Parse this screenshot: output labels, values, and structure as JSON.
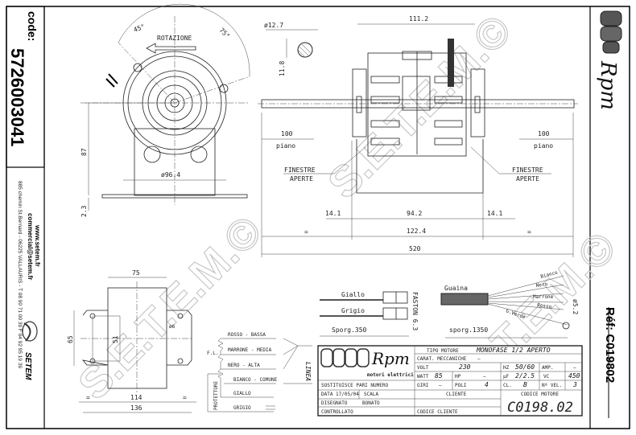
{
  "left_strip": {
    "code_label": "code:",
    "code": "5726003041",
    "website": "www.setem.fr",
    "email": "commercial@setem.fr",
    "address": "885 chemin St.Bernard - 06225 VALLAURIS - T 08 90 71 00 39  F 04 92 95 19 39",
    "logo_text": "SETEM"
  },
  "right_strip": {
    "brand": "Rpm",
    "ref": "Réf: C019802"
  },
  "watermark": "S.E.T.E.M.©",
  "front_view": {
    "angle_left": "45°",
    "angle_right": "75°",
    "rotation_label": "ROTAZIONE",
    "dim_height": "87",
    "dim_plate": "2.3",
    "dim_diameter": "ø96.4"
  },
  "side_view": {
    "dim_overall_motor": "111.2",
    "dim_shaft_diameter": "ø12.7",
    "dim_flat": "11.8",
    "dim_flat_left": "100",
    "flat_left_label": "piano",
    "dim_flat_right": "100",
    "flat_right_label": "piano",
    "windows_left_1": "FINESTRE",
    "windows_left_2": "APERTE",
    "windows_right_1": "FINESTRE",
    "windows_right_2": "APERTE",
    "dim_left_offset": "14.1",
    "dim_inner": "94.2",
    "dim_right_offset": "14.1",
    "dim_equal_left": "=",
    "dim_body": "122.4",
    "dim_equal_right": "=",
    "dim_total": "520"
  },
  "leads_faston": {
    "wire_1": "Giallo",
    "wire_2": "Grigio",
    "connector": "FASTON 6.3",
    "length": "Sporg.350"
  },
  "leads_cable": {
    "sheath": "Guaina",
    "wires": [
      "Bianco",
      "Nero",
      "Marrone",
      "Rosso",
      "G.Verde"
    ],
    "eyelet": "ø5.2",
    "length": "sporg.1350"
  },
  "plan_view": {
    "dim_width": "75",
    "dim_holes_vertical": "65",
    "dim_inner": "51",
    "dim_hole": "ø6",
    "dim_equal_left": "=",
    "dim_equal_right": "=",
    "dim_hole_spacing": "114",
    "dim_total": "136"
  },
  "wiring": {
    "lines": [
      "ROSSO - BASSA",
      "MARRONE - MEDIA",
      "NERO - ALTA",
      "BIANCO - COMUNE",
      "GIALLO",
      "GRIGIO"
    ],
    "fl_label": "F.L.",
    "protector": "PROTETTORE",
    "line_label": "LINEA"
  },
  "title_block": {
    "brand": "Rpm",
    "brand_sub": "motori elettrici",
    "tipo_label": "TIPO MOTORE",
    "tipo_value": "MONOFASE 1/2  APERTO",
    "carat_label": "CARAT. MECCANICHE",
    "carat_value": "—",
    "volt_label": "VOLT",
    "volt_value": "230",
    "hz_label": "HZ",
    "hz_value": "50/60",
    "amp_label": "AMP.",
    "amp_value": "—",
    "watt_label": "WATT",
    "watt_value": "85",
    "hp_label": "HP",
    "hp_value": "—",
    "uf_label": "µF",
    "uf_value": "2/2.5",
    "vc_label": "VC",
    "vc_value": "450",
    "giri_label": "GIRI",
    "giri_value": "—",
    "poli_label": "POLI",
    "poli_value": "4",
    "cl_label": "CL.",
    "cl_value": "B",
    "vel_label": "Nº VEL.",
    "vel_value": "3",
    "replaces_label": "SOSTITUISCE PARI NUMERO",
    "date_label": "DATA",
    "date_value": "17/05/04",
    "scale_label": "SCALA",
    "drawn_label": "DISEGNATO",
    "drawn_value": "BONATO",
    "checked_label": "CONTROLLATO",
    "client_label": "CLIENTE",
    "client_code_label": "CODICE CLIENTE",
    "motor_code_label": "CODICE MOTORE",
    "motor_code": "C0198.02"
  }
}
